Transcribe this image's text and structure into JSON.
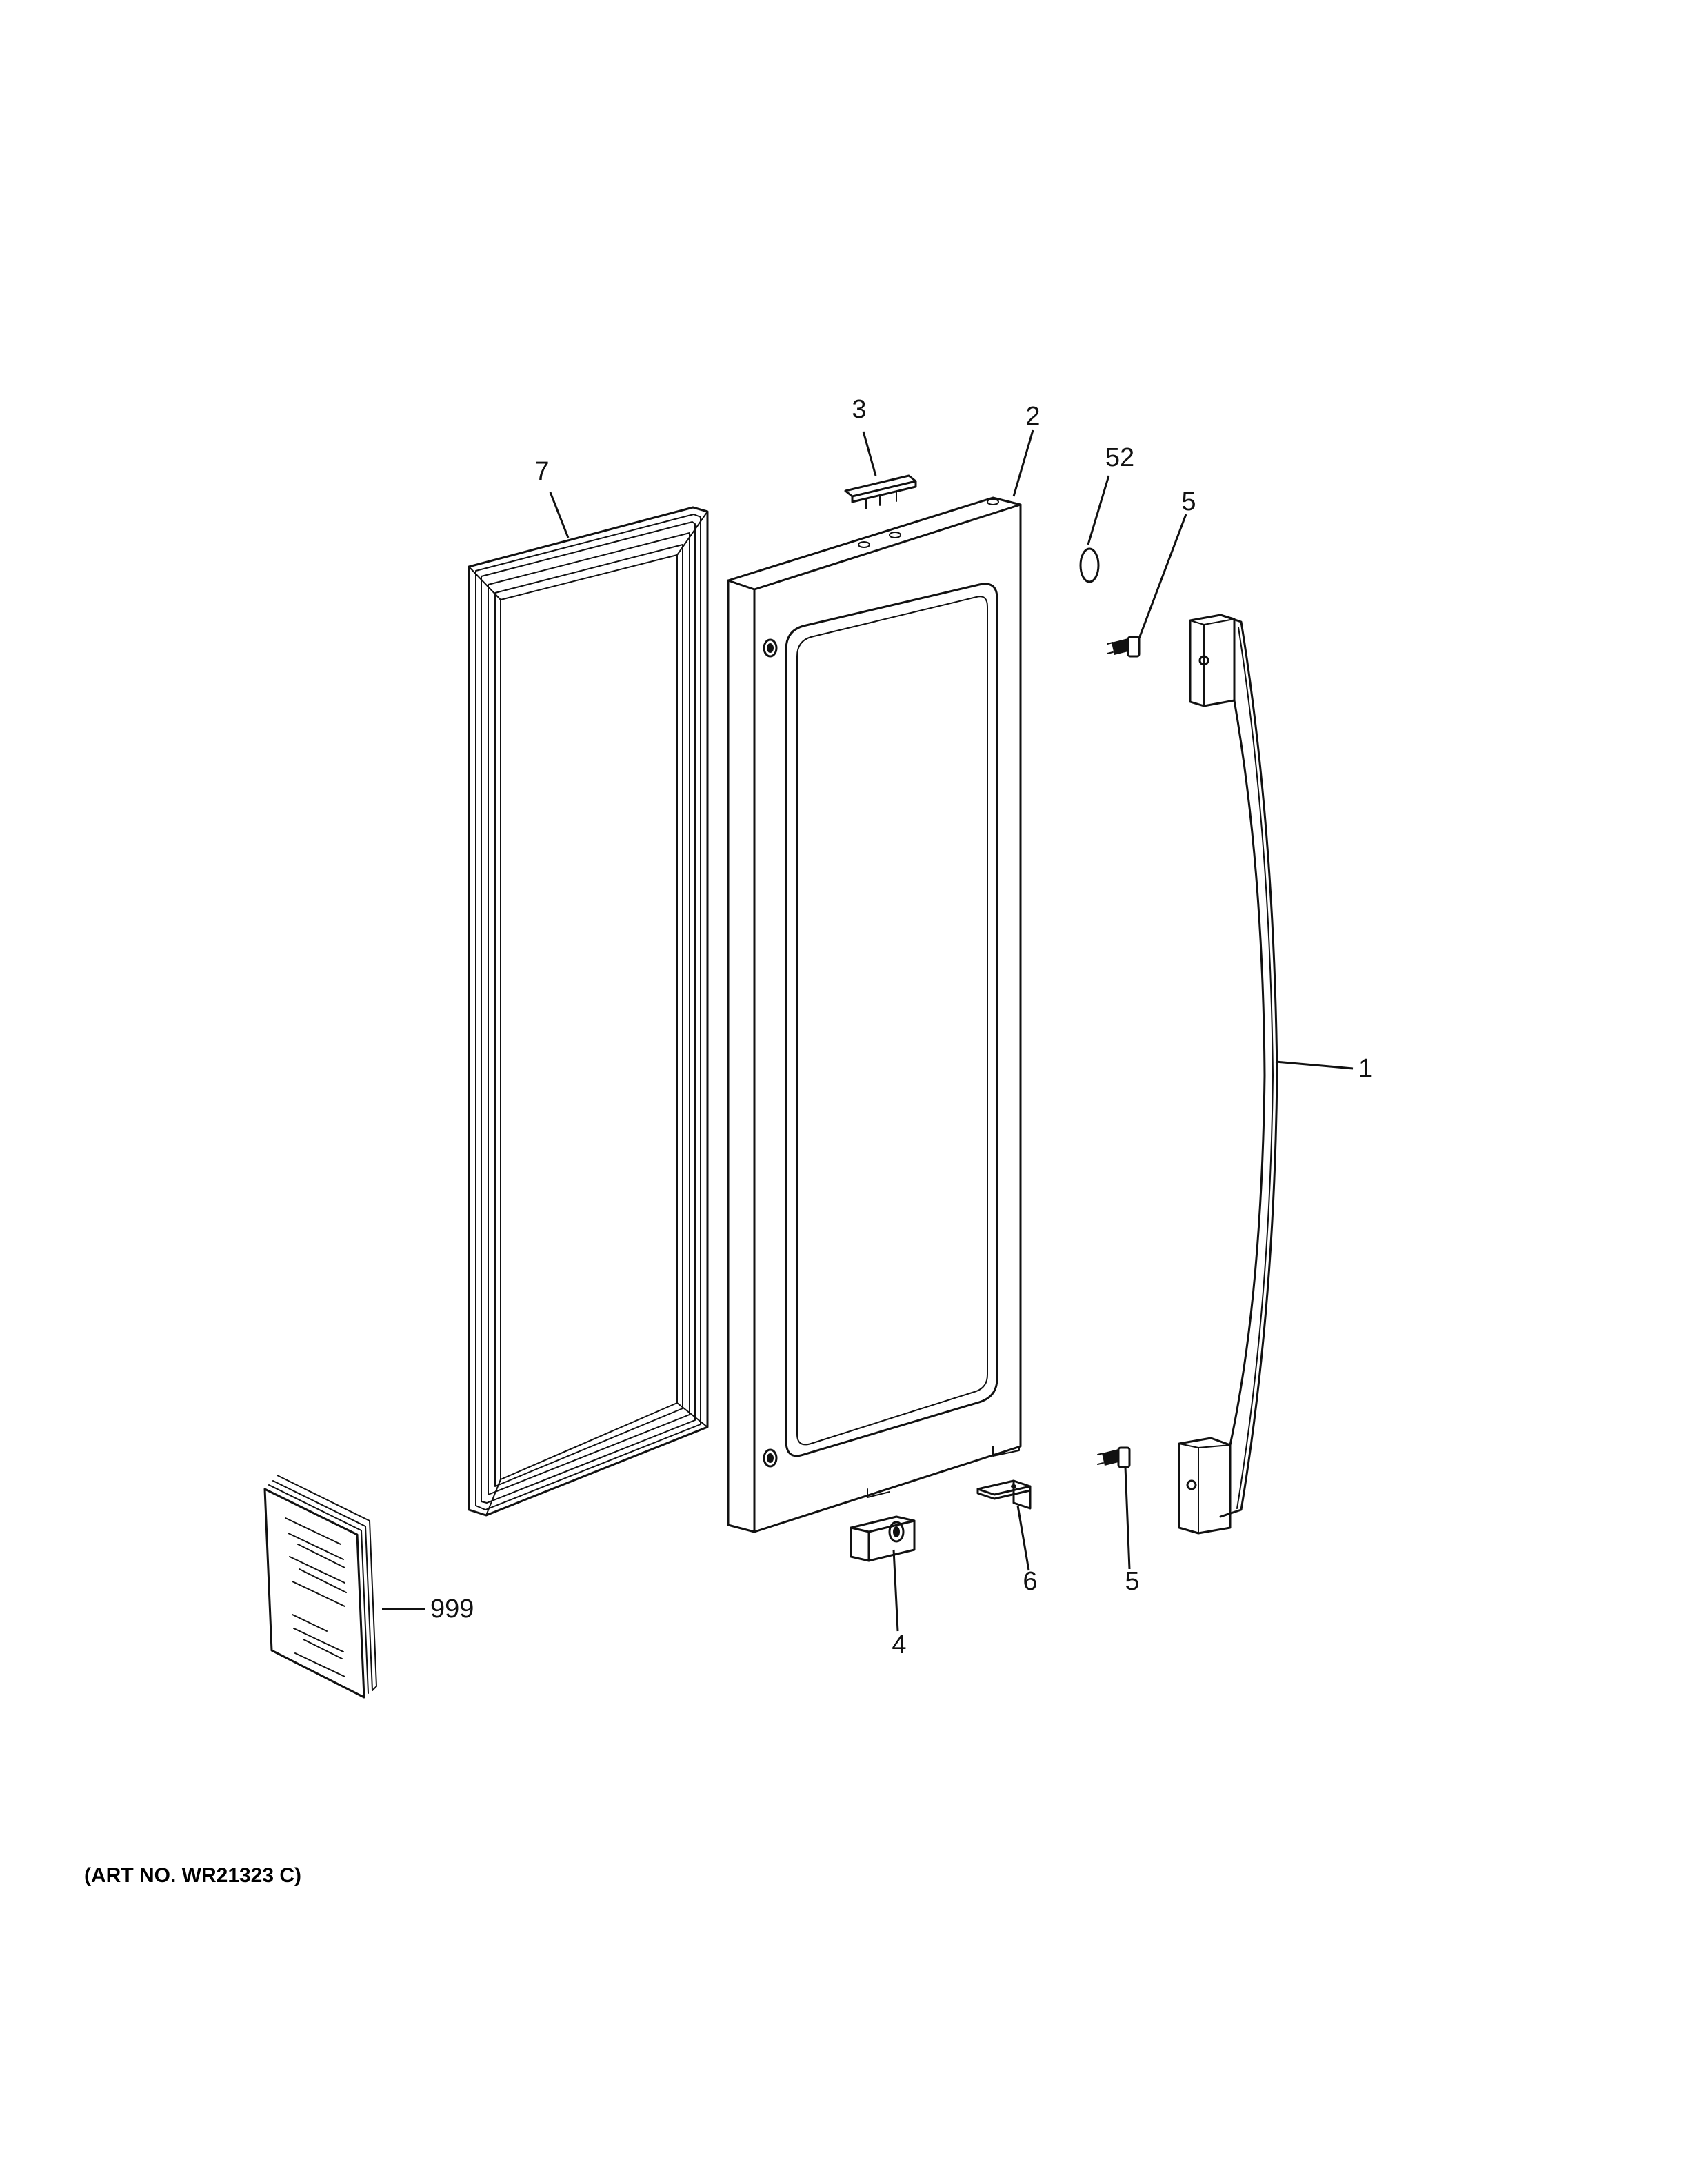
{
  "callouts": {
    "handle": "1",
    "door_panel": "2",
    "top_cap": "3",
    "bottom_hinge_block": "4",
    "handle_screw_top": "5",
    "handle_screw_bottom": "5",
    "hinge_bracket": "6",
    "door_gasket": "7",
    "plug_button": "52",
    "literature_manual": "999"
  },
  "caption": "(ART NO. WR21323 C)",
  "line_color": "#111111",
  "background": "#ffffff"
}
